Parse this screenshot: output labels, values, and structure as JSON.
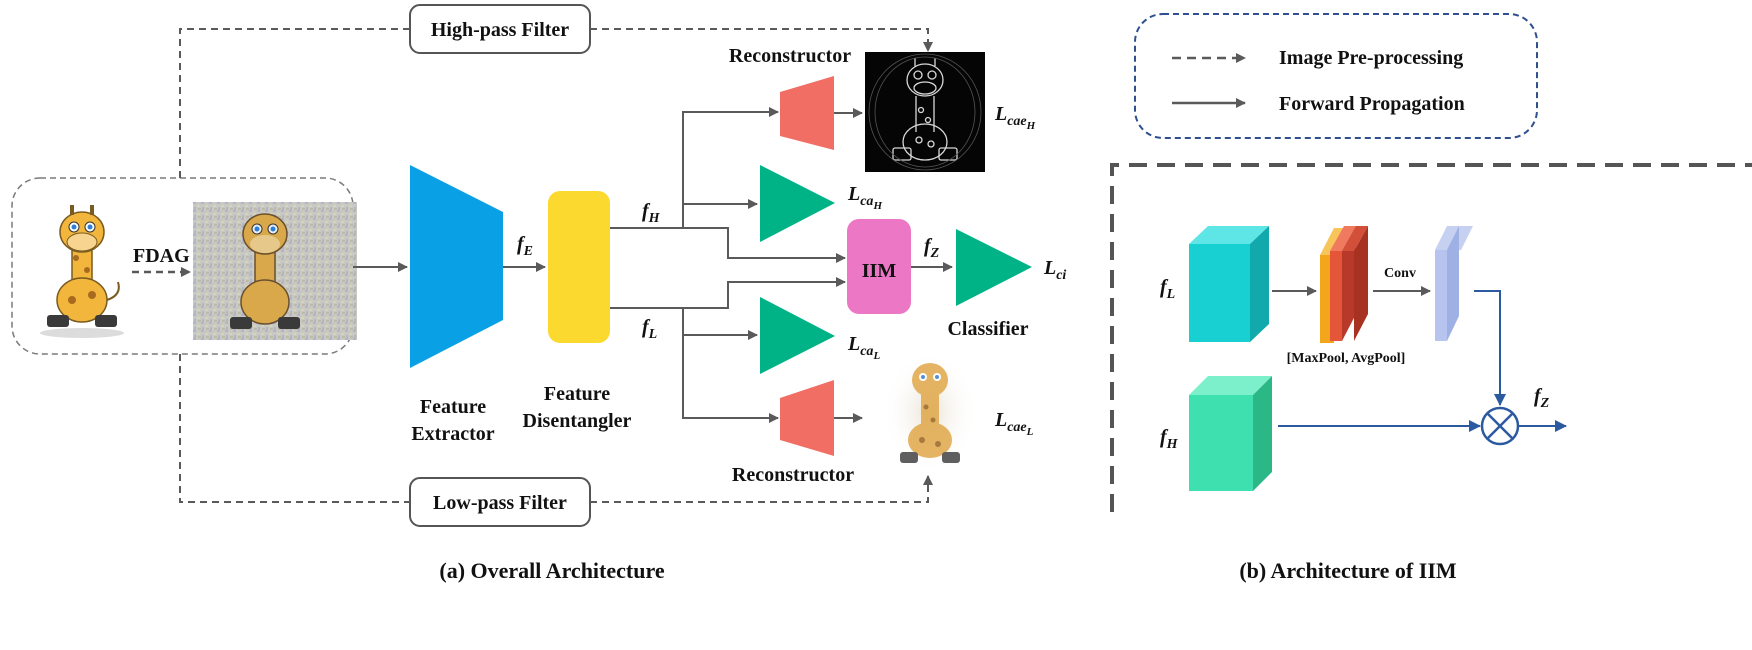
{
  "colors": {
    "extractor": "#0aa0e6",
    "disentangler": "#fcd92e",
    "classifier_head": "#00b386",
    "iim": "#ec77c4",
    "reconstructor": "#f06e63",
    "f_l_cube": "#18cfd2",
    "f_h_cube": "#3fe0b0",
    "pool_orange": "#f3a61c",
    "pool_red": "#e5553a",
    "pool_darkred": "#b8392a",
    "conv_out": "#9fb0e4",
    "multiply_stroke": "#2c5aa0",
    "legend_border": "#2f4f8f",
    "arrow": "#5a5a5a"
  },
  "icons": {
    "giraffe": "giraffe-illustration",
    "giraffe_noisy": "giraffe-fdag-augmented",
    "giraffe_highpass": "giraffe-high-frequency-reconstruction",
    "giraffe_lowpass": "giraffe-low-frequency-reconstruction",
    "multiply": "circled-times-icon"
  },
  "overall": {
    "high_pass_filter": "High-pass Filter",
    "low_pass_filter": "Low-pass Filter",
    "fdag": "FDAG",
    "feature_extractor_line1": "Feature",
    "feature_extractor_line2": "Extractor",
    "feature_disentangler_line1": "Feature",
    "feature_disentangler_line2": "Disentangler",
    "reconstructor_top": "Reconstructor",
    "reconstructor_bottom": "Reconstructor",
    "iim": "IIM",
    "classifier": "Classifier",
    "f_E": {
      "base": "f",
      "sub": "E"
    },
    "f_H": {
      "base": "f",
      "sub": "H"
    },
    "f_L": {
      "base": "f",
      "sub": "L"
    },
    "f_Z": {
      "base": "f",
      "sub": "Z"
    },
    "L_cae_H": {
      "base": "L",
      "sub": "cae",
      "subsub": "H"
    },
    "L_ca_H": {
      "base": "L",
      "sub": "ca",
      "subsub": "H"
    },
    "L_ci": {
      "base": "L",
      "sub": "ci"
    },
    "L_ca_L": {
      "base": "L",
      "sub": "ca",
      "subsub": "L"
    },
    "L_cae_L": {
      "base": "L",
      "sub": "cae",
      "subsub": "L"
    }
  },
  "legend": {
    "image_preprocessing": "Image Pre-processing",
    "forward_propagation": "Forward Propagation"
  },
  "iim_detail": {
    "f_L": {
      "base": "f",
      "sub": "L"
    },
    "f_H": {
      "base": "f",
      "sub": "H"
    },
    "f_Z": {
      "base": "f",
      "sub": "Z"
    },
    "pool_label": "[MaxPool, AvgPool]",
    "conv_label": "Conv"
  },
  "captions": {
    "a": "(a) Overall Architecture",
    "b": "(b) Architecture of IIM"
  }
}
